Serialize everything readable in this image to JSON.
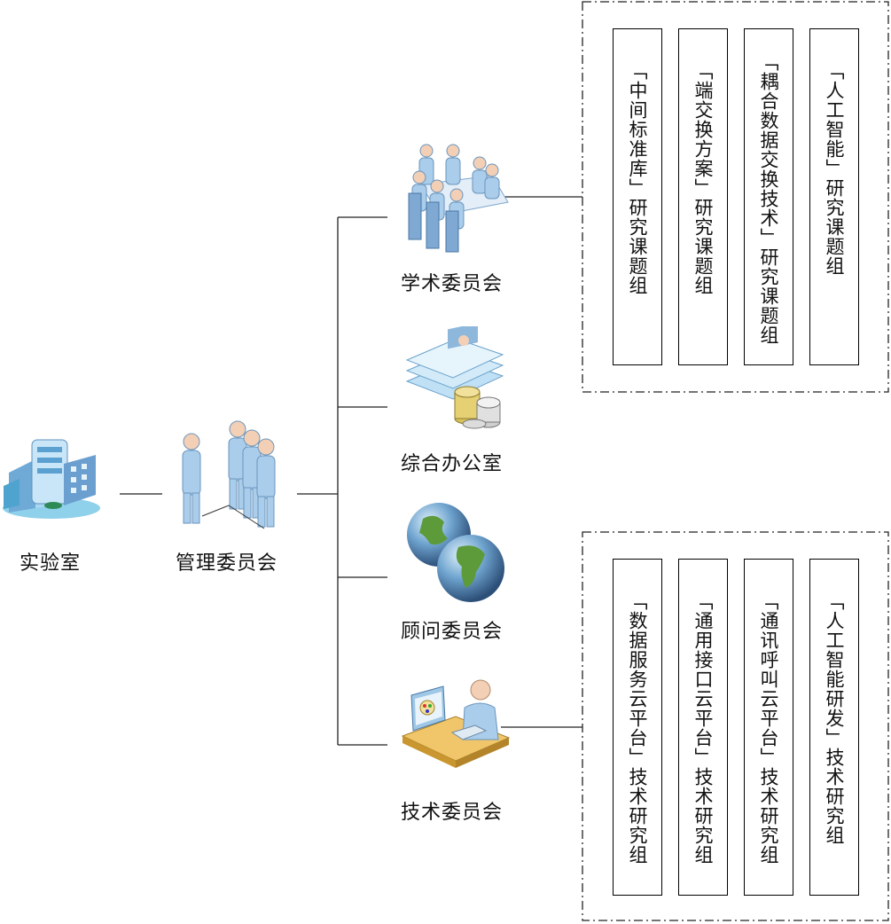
{
  "nodes": {
    "lab": "实验室",
    "management": "管理委员会",
    "academic": "学术委员会",
    "office": "综合办公室",
    "advisory": "顾问委员会",
    "technical": "技术委员会"
  },
  "academic_groups": [
    "「中间标准库」研究课题组",
    "「端交换方案」研究课题组",
    "「耦合数据交换技术」研究课题组",
    "「人工智能」研究课题组"
  ],
  "technical_groups": [
    "「数据服务云平台」技术研究组",
    "「通用接口云平台」技术研究组",
    "「通讯呼叫云平台」技术研究组",
    "「人工智能研发」技术研究组"
  ],
  "icons": {
    "lab": "building-icon",
    "management": "people-group-icon",
    "academic": "meeting-icon",
    "office": "documents-coins-icon",
    "advisory": "globes-icon",
    "technical": "designer-workstation-icon"
  }
}
